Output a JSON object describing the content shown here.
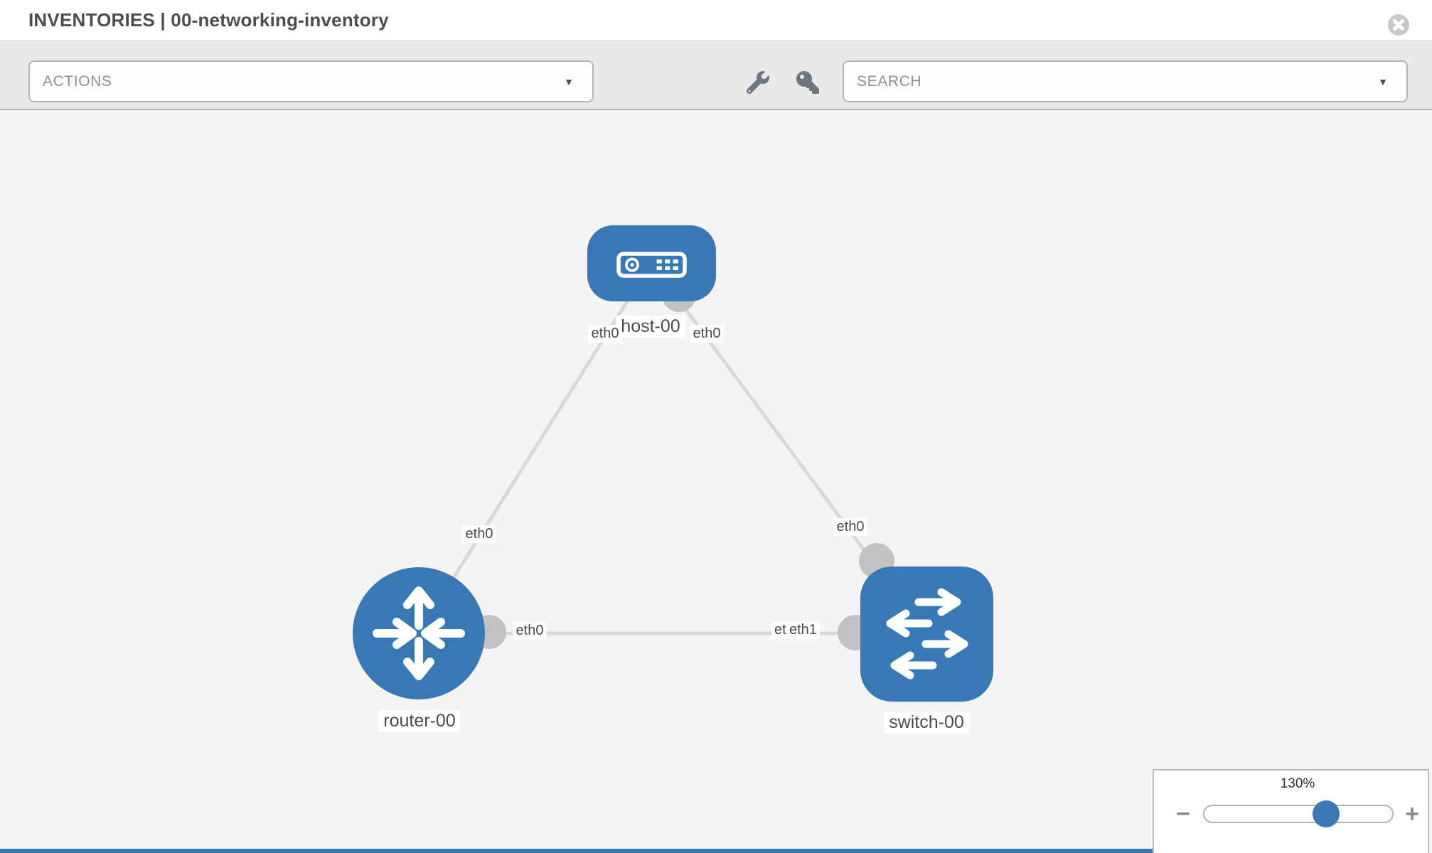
{
  "header": {
    "title": "INVENTORIES | 00-networking-inventory"
  },
  "toolbar": {
    "actions_label": "ACTIONS",
    "search_label": "SEARCH",
    "caret": "▼"
  },
  "topology": {
    "nodes": [
      {
        "name": "host-00",
        "type": "host"
      },
      {
        "name": "router-00",
        "type": "router"
      },
      {
        "name": "switch-00",
        "type": "switch"
      }
    ],
    "links": [
      {
        "source": "host-00",
        "source_interface": "eth0",
        "target": "router-00",
        "target_interface": "eth0"
      },
      {
        "source": "host-00",
        "source_interface": "eth0",
        "target": "switch-00",
        "target_interface": "eth0"
      },
      {
        "source": "router-00",
        "source_interface": "eth0",
        "target": "switch-00",
        "target_interface": "eth1"
      }
    ],
    "labels": {
      "host": "host-00",
      "router": "router-00",
      "switch": "switch-00",
      "host_if_left": "eth0",
      "host_if_right": "eth0",
      "router_if_link_host": "eth0",
      "switch_if_link_host": "eth0",
      "router_if_link_switch": "eth0",
      "switch_if_link_router_under": "eth0",
      "switch_if_link_router_over": "eth1"
    }
  },
  "zoom_control": {
    "level": "130%",
    "minus": "−",
    "plus": "+"
  },
  "colors": {
    "node_blue": "#3879b5",
    "link_gray": "#d8d8d8",
    "bubble_gray": "#c2c2c2",
    "canvas_bg": "#f4f4f4",
    "toolbar_bg": "#e9e9e9",
    "label_text": "#4a4a4a"
  }
}
